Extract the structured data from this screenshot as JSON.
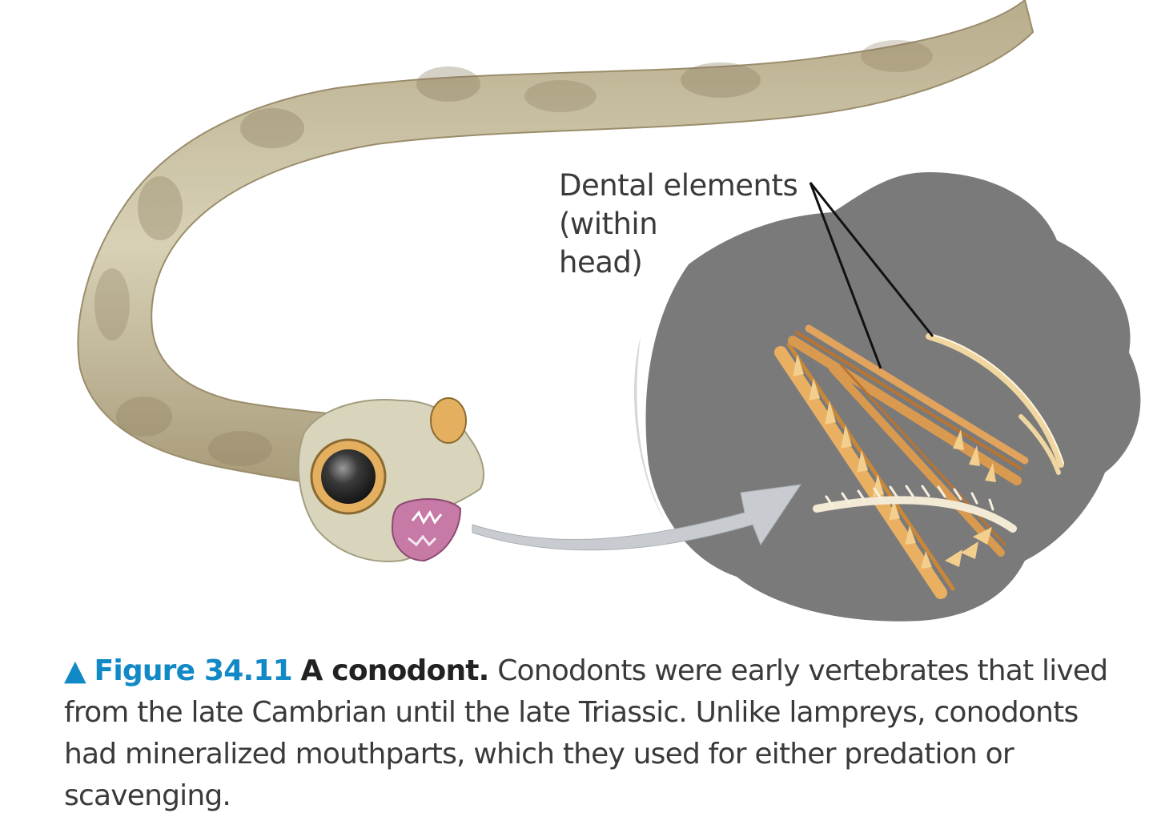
{
  "diagram": {
    "label_lines": [
      "Dental elements",
      "(within",
      "head)"
    ]
  },
  "caption": {
    "marker": "▲",
    "number": "Figure 34.11",
    "title": "A conodont.",
    "text": "Conodonts were early vertebrates that lived from the late Cambrian until the late Triassic. Unlike lampreys, conodonts had mineralized mouthparts, which they used for either predation or scavenging."
  },
  "colors": {
    "accent": "#1189c6",
    "body": "#c9c0a2",
    "body_spots": "#8a7a5c",
    "head_inset_bg": "#7a7a7a",
    "dental_elements": "#e0a458",
    "arrow": "#c8cbcf"
  }
}
